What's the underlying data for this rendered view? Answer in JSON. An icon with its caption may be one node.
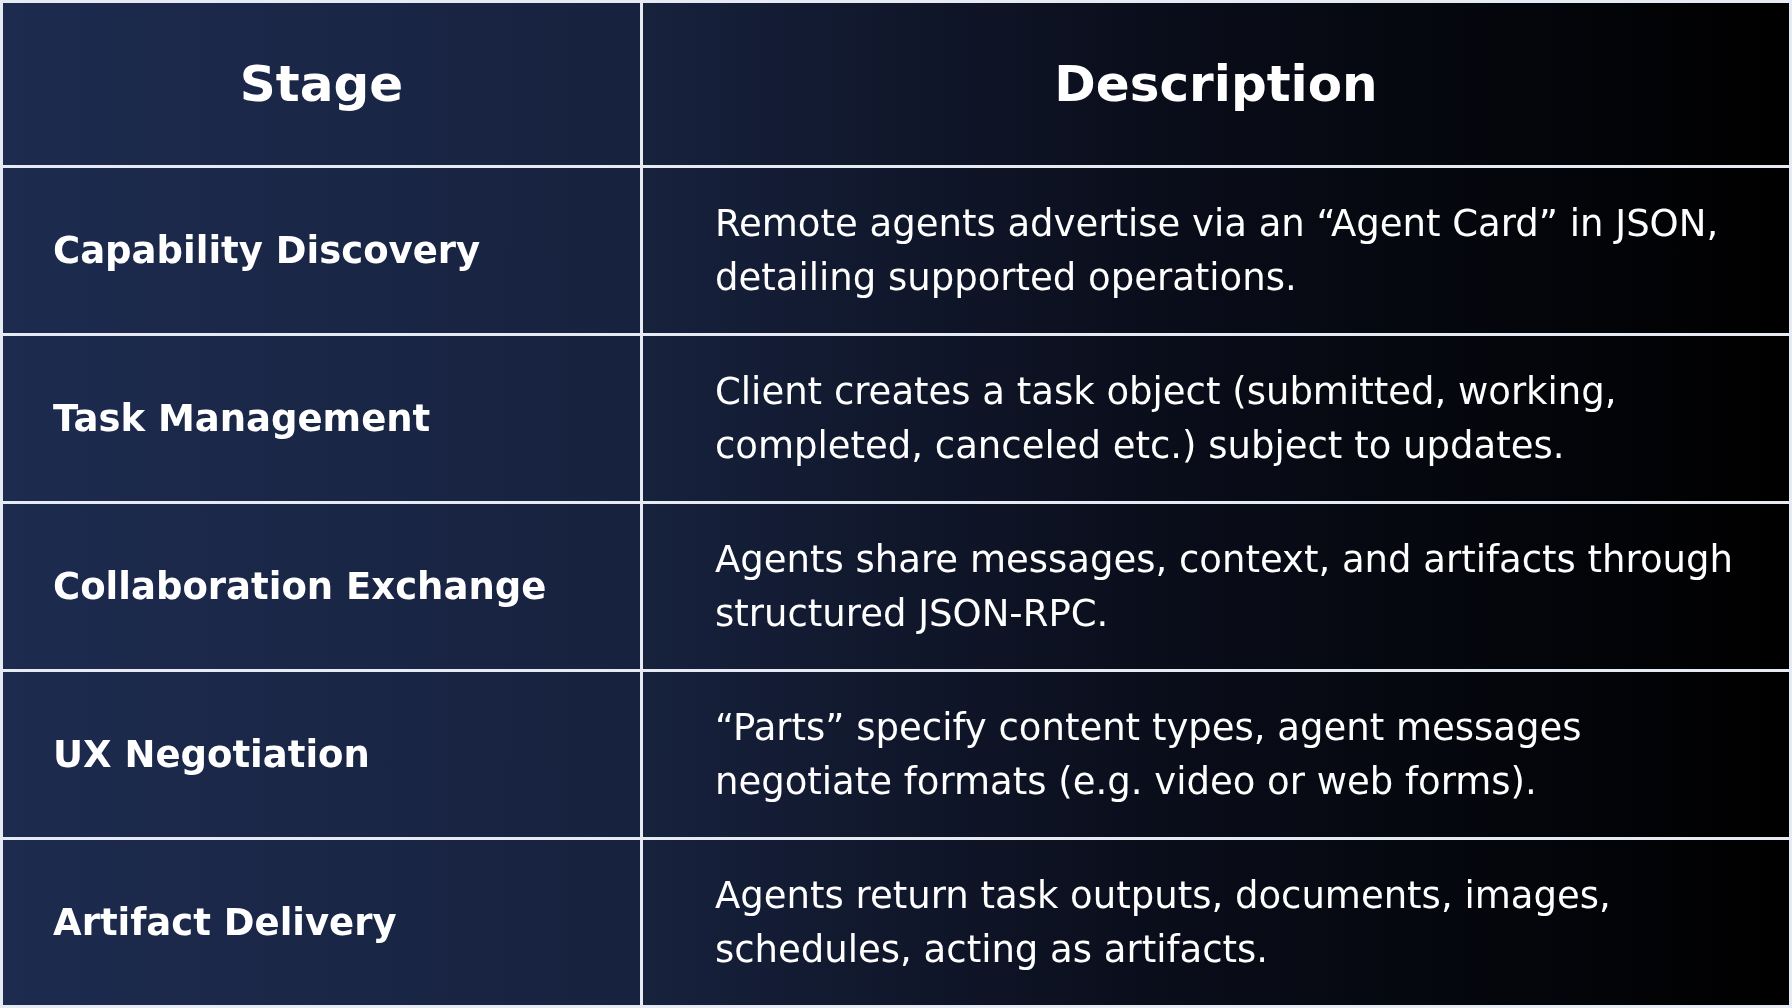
{
  "diagram": {
    "labels": [
      "Stage",
      "Description",
      "Capability Discovery",
      "Remote agents advertise via an “Agent Card” in JSON, detailing supported operations.",
      "Task Management",
      "Client creates a task object (submitted, working, completed, canceled etc.) subject to updates.",
      "Collaboration Exchange",
      "Agents share messages, context, and artifacts through structured JSON-RPC.",
      "UX Negotiation",
      "“Parts” specify content types, agent messages negotiate formats (e.g. video or web forms).",
      "Artifact Delivery",
      "Agents return task outputs, documents, images, schedules, acting as artifacts."
    ]
  }
}
